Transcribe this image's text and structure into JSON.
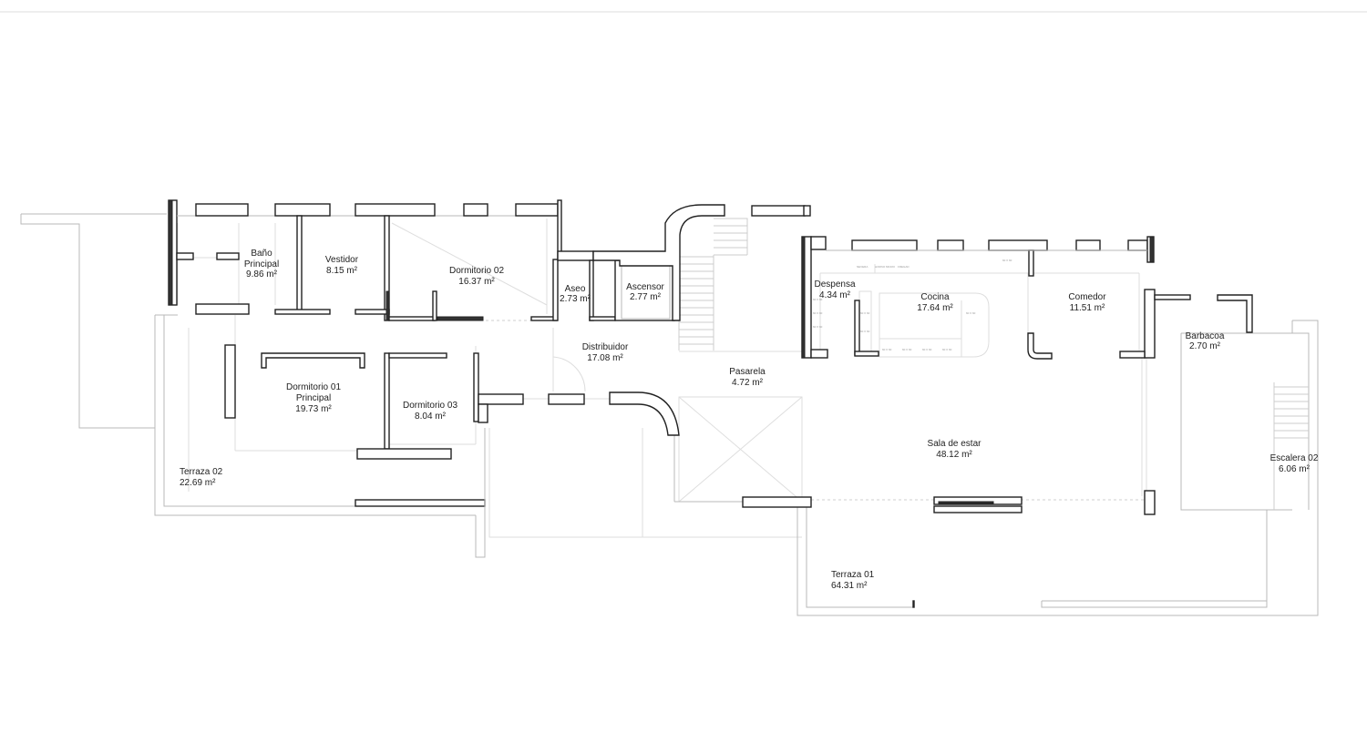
{
  "plan": {
    "rooms": [
      {
        "name": "Baño",
        "name2": "Principal",
        "area": "9.86 m²"
      },
      {
        "name": "Vestidor",
        "area": "8.15 m²"
      },
      {
        "name": "Dormitorio 02",
        "area": "16.37 m²"
      },
      {
        "name": "Aseo",
        "area": "2.73 m²"
      },
      {
        "name": "Ascensor",
        "area": "2.77 m²"
      },
      {
        "name": "Despensa",
        "area": "4.34 m²"
      },
      {
        "name": "Cocina",
        "area": "17.64 m²"
      },
      {
        "name": "Comedor",
        "area": "11.51 m²"
      },
      {
        "name": "Barbacoa",
        "area": "2.70 m²"
      },
      {
        "name": "Distribuidor",
        "area": "17.08 m²"
      },
      {
        "name": "Pasarela",
        "area": "4.72 m²"
      },
      {
        "name": "Dormitorio 01",
        "name2": "Principal",
        "area": "19.73 m²"
      },
      {
        "name": "Dormitorio 03",
        "area": "8.04 m²"
      },
      {
        "name": "Sala de estar",
        "area": "48.12 m²"
      },
      {
        "name": "Terraza 02",
        "area": "22.69 m²"
      },
      {
        "name": "Escalera 02",
        "area": "6.06 m²"
      },
      {
        "name": "Terraza 01",
        "area": "64.31 m²"
      }
    ]
  }
}
